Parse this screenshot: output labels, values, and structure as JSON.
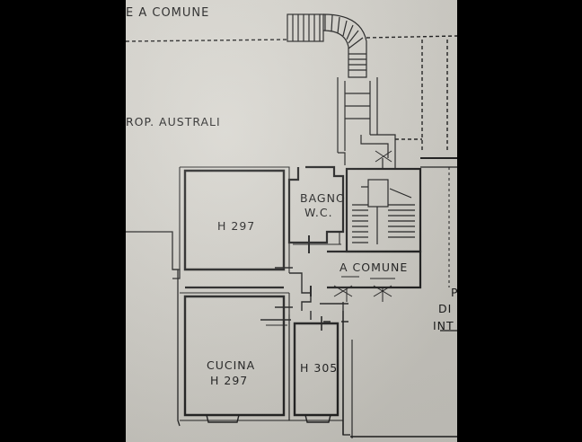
{
  "labels": {
    "top_comune": "E A COMUNE",
    "australi": "ROP. AUSTRALI",
    "room1_height": "H 297",
    "bagno": "BAGNO",
    "wc": "W.C.",
    "landing_comune": "A COMUNE",
    "cucina": "CUCINA",
    "room2_height": "H 297",
    "room3_height": "H 305",
    "right_p": "P",
    "right_di": "DI",
    "right_int": "INT"
  },
  "colors": {
    "paper": "#d6d4cd",
    "ink": "#1b1b1b",
    "background": "#000000"
  }
}
